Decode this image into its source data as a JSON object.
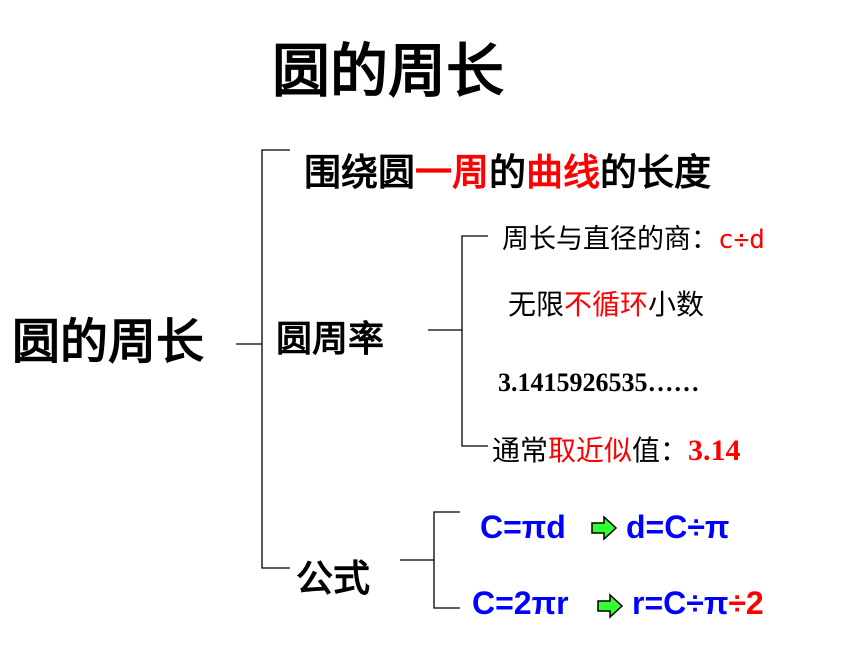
{
  "title": "圆的周长",
  "root": {
    "label": "圆的周长"
  },
  "definition": {
    "part1": "围绕圆",
    "part2": "一周",
    "part3": "的",
    "part4": "曲线",
    "part5": "的长度"
  },
  "pi_branch": {
    "label": "圆周率",
    "ratio": {
      "text": "周长与直径的商：",
      "formula": "c÷d"
    },
    "nature": {
      "part1": "无限",
      "part2": "不循环",
      "part3": "小数"
    },
    "value": "3.1415926535……",
    "approx": {
      "part1": "通常",
      "part2": "取近似",
      "part3": "值：",
      "number": "3.14"
    }
  },
  "formula_branch": {
    "label": "公式",
    "f1_left": "C=πd",
    "f1_right": "d=C÷π",
    "f2_left": "C=2πr",
    "f2_right_blue": "r=C÷π",
    "f2_right_red": "÷2"
  },
  "colors": {
    "red": "#ff0000",
    "blue": "#0000ff",
    "arrow_fill": "#33ff33",
    "arrow_stroke": "#000000"
  },
  "icons": [
    "right-arrow-icon",
    "right-arrow-icon"
  ]
}
